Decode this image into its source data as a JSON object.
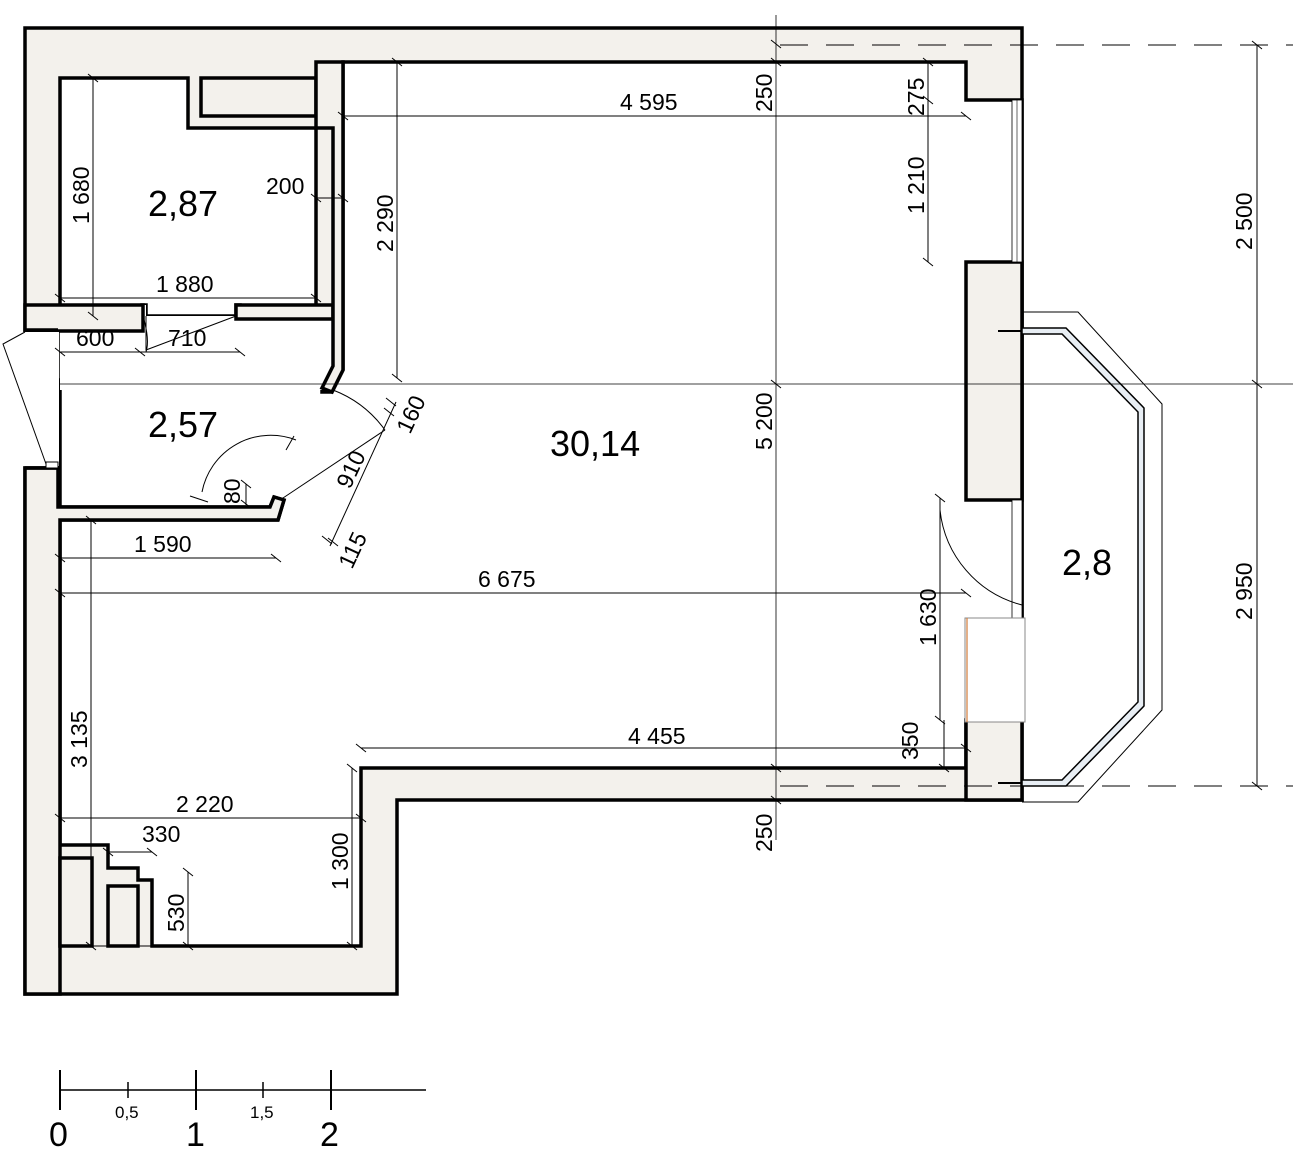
{
  "rooms": [
    {
      "id": "closet",
      "area": "2,87"
    },
    {
      "id": "hall",
      "area": "2,57"
    },
    {
      "id": "main",
      "area": "30,14"
    },
    {
      "id": "balcony",
      "area": "2,8"
    }
  ],
  "dimensions": {
    "d4595": "4 595",
    "d250top": "250",
    "d275": "275",
    "d1210": "1 210",
    "d2500": "2 500",
    "d1680": "1 680",
    "d200": "200",
    "d2290": "2 290",
    "d1880": "1 880",
    "d600": "600",
    "d710": "710",
    "d160": "160",
    "d910": "910",
    "d80": "80",
    "d115": "115",
    "d5200": "5 200",
    "d1590": "1 590",
    "d6675": "6 675",
    "d1630": "1 630",
    "d2950": "2 950",
    "d4455": "4 455",
    "d350": "350",
    "d3135": "3 135",
    "d2220": "2 220",
    "d330": "330",
    "d1300": "1 300",
    "d250bot": "250",
    "d530": "530"
  },
  "scale": {
    "labels": [
      "0",
      "1",
      "2"
    ],
    "half_labels": [
      "0,5",
      "1,5"
    ]
  }
}
